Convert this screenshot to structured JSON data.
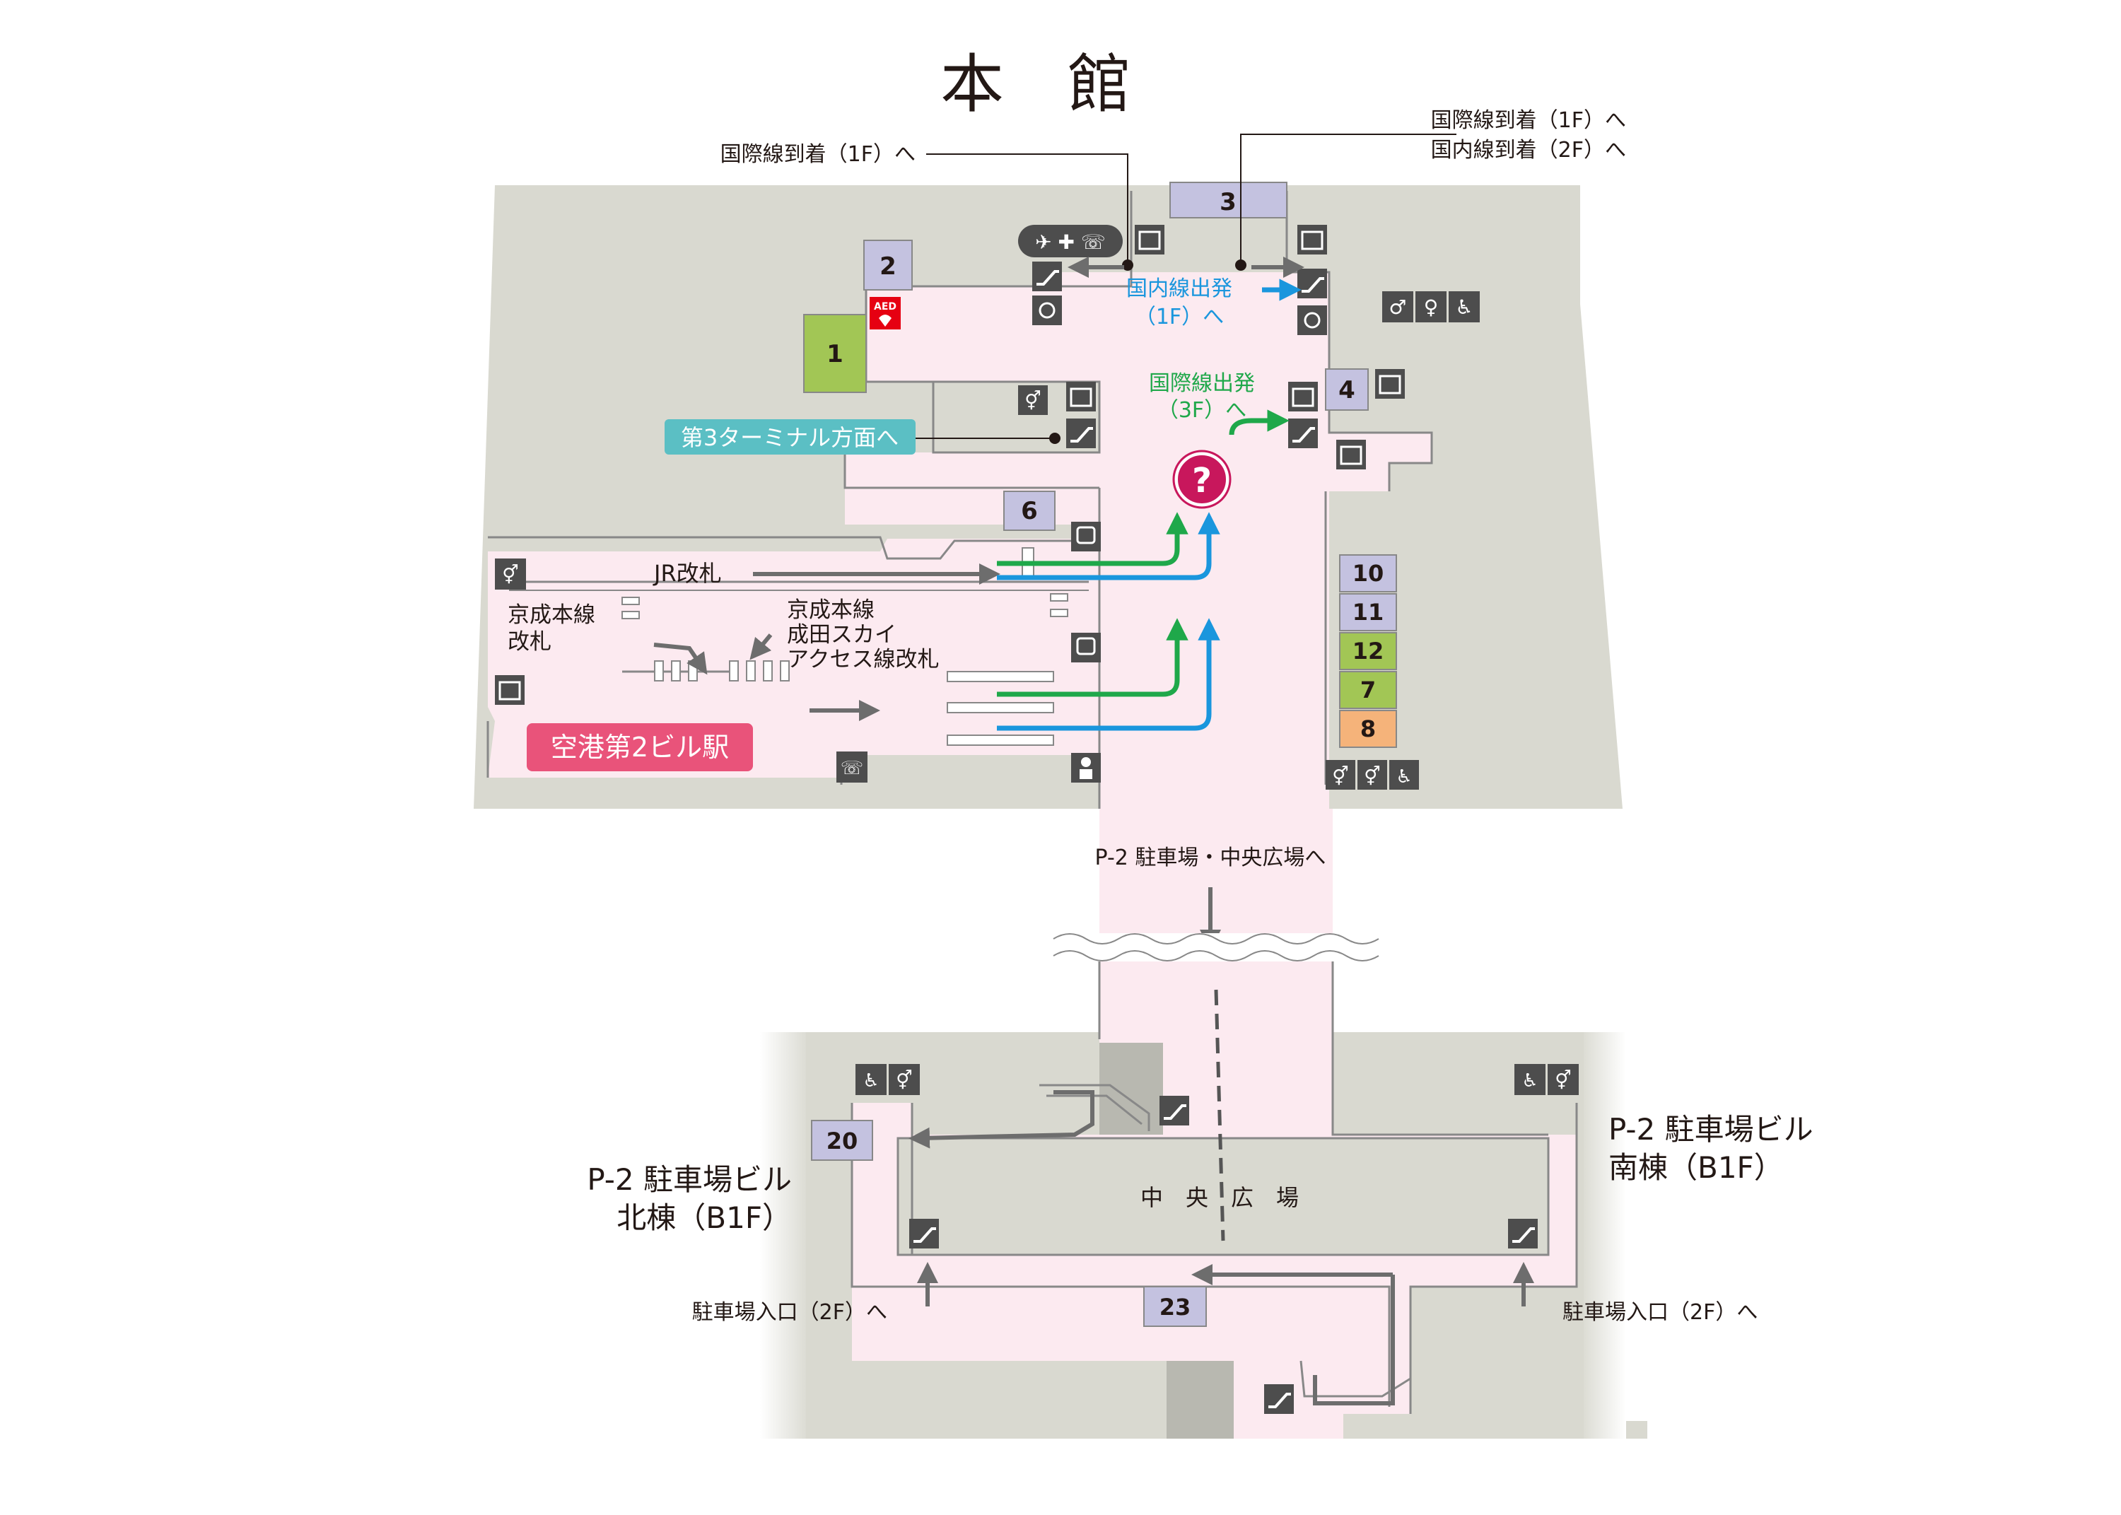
{
  "title": "本　館",
  "colors": {
    "floor_gray": "#d9d9d0",
    "walkway_pink": "#fceaf0",
    "wall": "#888888",
    "block_purple": "#c4c2e0",
    "block_green": "#a2c655",
    "block_orange": "#f5b37a",
    "arrow_green": "#1fa84a",
    "arrow_blue": "#1a96dd",
    "arrow_gray": "#6d6d6d",
    "teal_label": "#5bbfc4",
    "pink_label": "#e9537a",
    "info_magenta": "#c8175c",
    "icon_dark": "#4d4d4d"
  },
  "labels": {
    "intl_arrival_1f": "国際線到着（1F）へ",
    "intl_arrival_1f_b": "国際線到着（1F）へ",
    "dom_arrival_2f": "国内線到着（2F）へ",
    "dom_departure": "国内線出発",
    "dom_departure_floor": "（1F）へ",
    "intl_departure": "国際線出発",
    "intl_departure_floor": "（3F）へ",
    "terminal3": "第3ターミナル方面へ",
    "jr_gate": "JR改札",
    "keisei_main_gate_1": "京成本線",
    "keisei_main_gate_2": "改札",
    "keisei_sky_1": "京成本線",
    "keisei_sky_2": "成田スカイ",
    "keisei_sky_3": "アクセス線改札",
    "station": "空港第2ビル駅",
    "p2_central": "P-2 駐車場・中央広場へ",
    "central_plaza": "中　央　広　場",
    "p2_north_1": "P-2 駐車場ビル",
    "p2_north_2": "北棟（B1F）",
    "p2_south_1": "P-2 駐車場ビル",
    "p2_south_2": "南棟（B1F）",
    "parking_entry_left": "駐車場入口（2F）へ",
    "parking_entry_right": "駐車場入口（2F）へ",
    "aed": "AED",
    "info_mark": "?"
  },
  "blocks": {
    "b1": "1",
    "b2": "2",
    "b3": "3",
    "b4": "4",
    "b6": "6",
    "b10": "10",
    "b11": "11",
    "b12": "12",
    "b7": "7",
    "b8": "8",
    "b20": "20",
    "b23": "23"
  },
  "icons": {
    "restroom": "restroom-icon",
    "accessible": "wheelchair-icon",
    "elevator": "elevator-icon",
    "escalator": "escalator-icon",
    "train": "train-icon",
    "locker": "locker-icon",
    "phone": "phone-icon",
    "baggage": "baggage-icon",
    "station_staff": "station-staff-icon"
  }
}
